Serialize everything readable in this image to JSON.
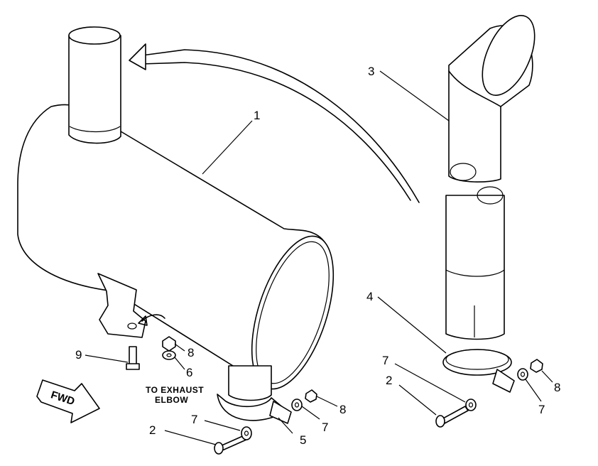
{
  "callouts": {
    "muffler": "1",
    "bolt_center": "2",
    "bolt_right": "2",
    "stack": "3",
    "clamp_right": "4",
    "clamp_bottom": "5",
    "washer_left": "6",
    "washer_center": "7",
    "washer_bottom": "7",
    "washer_right_a": "7",
    "washer_right_b": "7",
    "nut_left": "8",
    "nut_bottom": "8",
    "nut_right": "8",
    "bolt_left": "9"
  },
  "note": {
    "line1": "TO EXHAUST",
    "line2": "ELBOW"
  },
  "direction": {
    "label": "FWD"
  }
}
